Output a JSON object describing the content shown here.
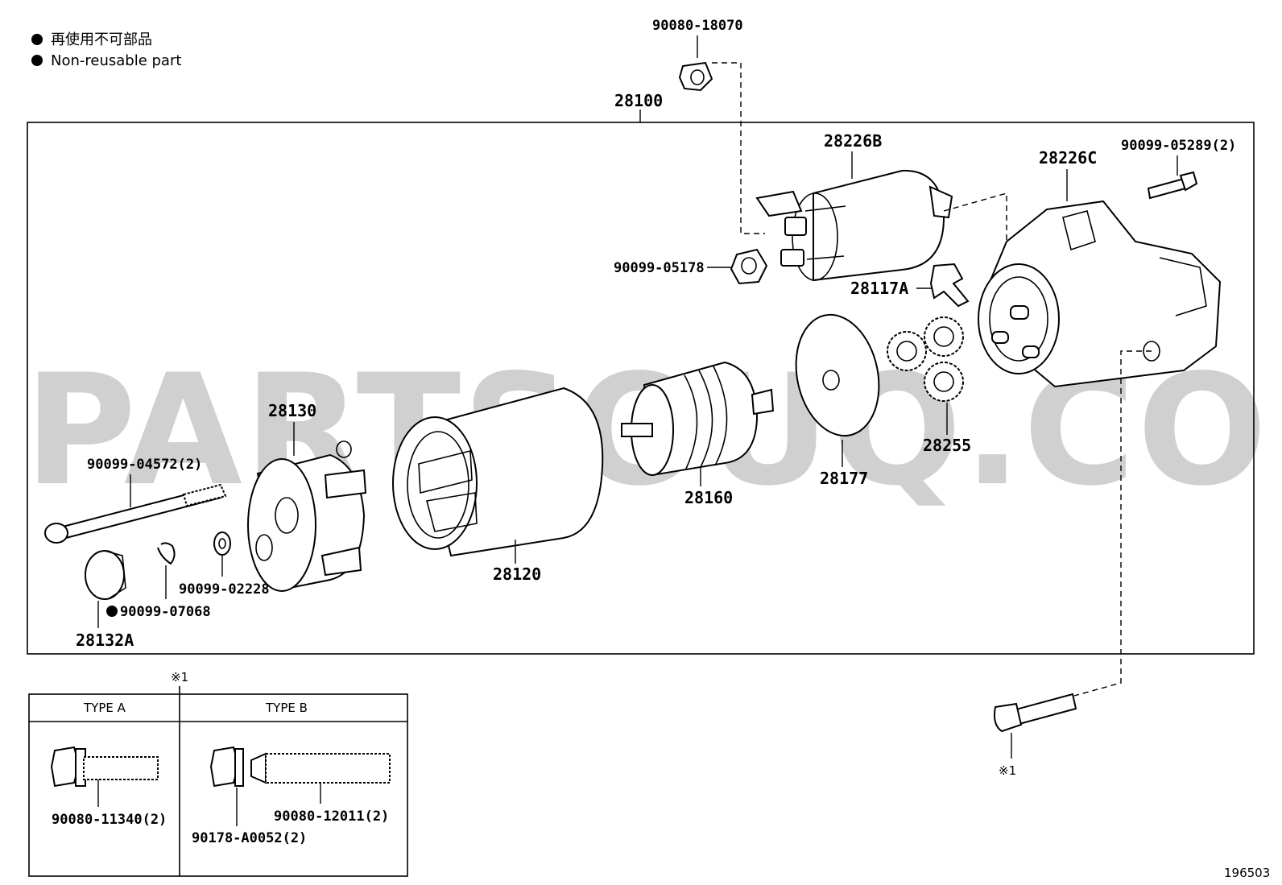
{
  "legend": {
    "line1": "再使用不可部品",
    "line2": "Non-reusable part"
  },
  "watermark": "PARTSOUQ.COM",
  "labels": {
    "p90080_18070": "90080-18070",
    "p28100": "28100",
    "p28226B": "28226B",
    "p28226C": "28226C",
    "p90099_05289": "90099-05289(2)",
    "p90099_05178": "90099-05178",
    "p28117A": "28117A",
    "p28130": "28130",
    "p90099_04572": "90099-04572(2)",
    "p28160": "28160",
    "p28177": "28177",
    "p28255": "28255",
    "p28120": "28120",
    "p90099_02228": "90099-02228",
    "p90099_07068": "90099-07068",
    "p28132A": "28132A",
    "note_ref_top": "※1",
    "note_ref_bolt": "※1"
  },
  "type_table": {
    "type_a_header": "TYPE A",
    "type_b_header": "TYPE B",
    "type_a_part": "90080-11340(2)",
    "type_b_part1": "90178-A0052(2)",
    "type_b_part2": "90080-12011(2)"
  },
  "figure_number": "196503"
}
